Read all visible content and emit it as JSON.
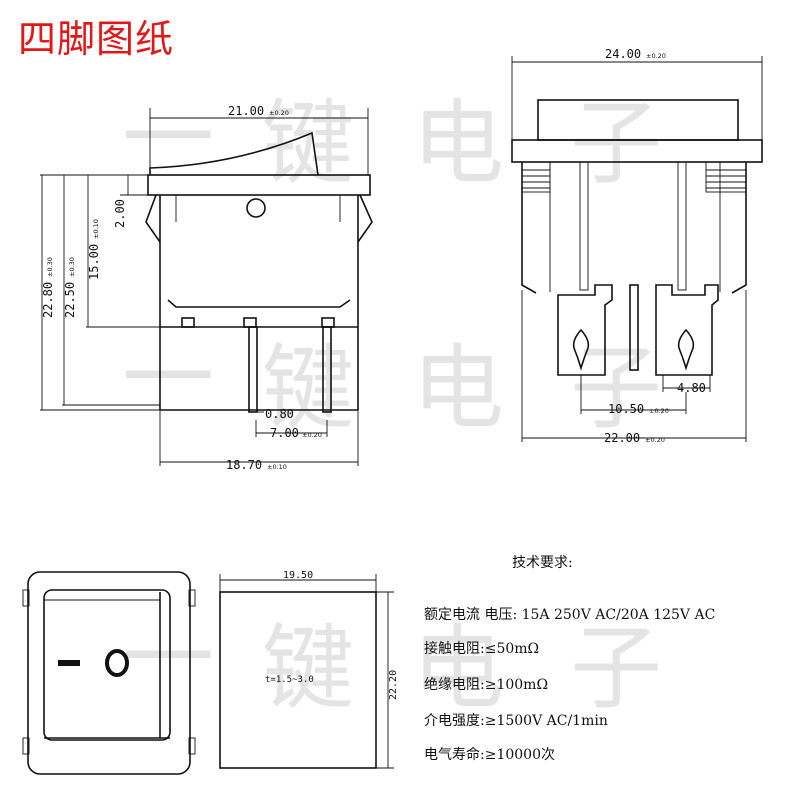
{
  "title": "四脚图纸",
  "watermark": [
    "一",
    "键",
    "电",
    "子"
  ],
  "colors": {
    "title": "#e01818",
    "line": "#111111",
    "watermark": "#cfcfcf"
  },
  "side_view": {
    "width": {
      "value": "21.00",
      "tol": "±0.20"
    },
    "d_2_00": {
      "value": "2.00"
    },
    "d_15_00": {
      "value": "15.00",
      "tol": "±0.10"
    },
    "d_22_50": {
      "value": "22.50",
      "tol": "±0.30"
    },
    "d_22_80": {
      "value": "22.80",
      "tol": "±0.30"
    },
    "d_0_80": {
      "value": "0.80"
    },
    "d_7_00": {
      "value": "7.00",
      "tol": "±0.20"
    },
    "d_18_70": {
      "value": "18.70",
      "tol": "±0.10"
    }
  },
  "front_view": {
    "d_24_00": {
      "value": "24.00",
      "tol": "±0.20"
    },
    "d_4_80": {
      "value": "4.80"
    },
    "d_10_50": {
      "value": "10.50",
      "tol": "±0.20"
    },
    "d_22_00": {
      "value": "22.00",
      "tol": "±0.20"
    }
  },
  "panel_cutout": {
    "width": "19.50",
    "height": "22.20",
    "thickness": "t=1.5~3.0"
  },
  "specs": {
    "header": "技术要求:",
    "rows": [
      "额定电流 电压: 15A 250V AC/20A 125V AC",
      "接触电阻:≤50mΩ",
      "绝缘电阻:≥100mΩ",
      "介电强度:≥1500V AC/1min",
      "电气寿命:≥10000次"
    ]
  }
}
